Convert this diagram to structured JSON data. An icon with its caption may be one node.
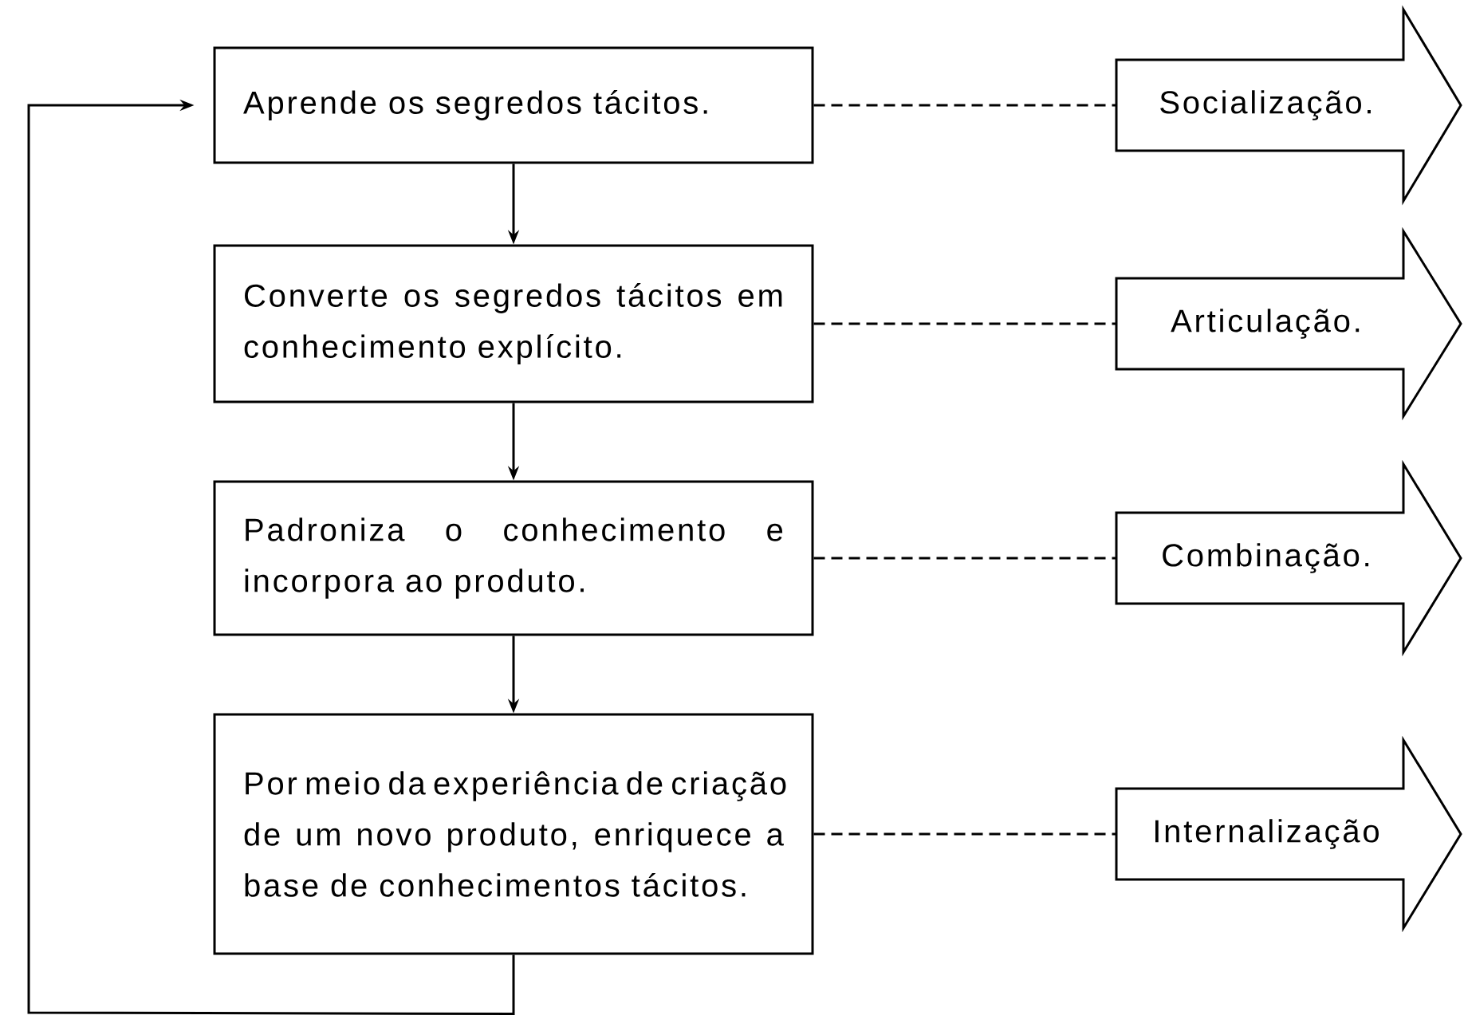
{
  "diagram": {
    "nodes": [
      {
        "text": [
          "Aprende os segredos tácitos."
        ]
      },
      {
        "text": [
          "Converte os segredos tácitos em conhecimento explícito."
        ]
      },
      {
        "text": [
          "Padroniza o conhecimento e incorpora ao produto."
        ]
      },
      {
        "text": [
          "Por meio da experiência de criação de um novo produto, enriquece a base de conhecimentos tácitos."
        ]
      },
      {
        "text": [
          "Socialização."
        ]
      },
      {
        "text": [
          "Articulação."
        ]
      },
      {
        "text": [
          "Combinação."
        ]
      },
      {
        "text": [
          "Internalização"
        ]
      }
    ],
    "edges": [
      {
        "from": 0,
        "to": 1,
        "arrow": "to"
      },
      {
        "from": 1,
        "to": 2,
        "arrow": "to"
      },
      {
        "from": 2,
        "to": 3,
        "arrow": "to"
      },
      {
        "from": 3,
        "to": 0,
        "arrow": "to"
      },
      {
        "from": 0,
        "to": 4,
        "arrow": "none",
        "style": "dashed"
      },
      {
        "from": 1,
        "to": 5,
        "arrow": "none",
        "style": "dashed"
      },
      {
        "from": 2,
        "to": 6,
        "arrow": "none",
        "style": "dashed"
      },
      {
        "from": 3,
        "to": 7,
        "arrow": "none",
        "style": "dashed"
      }
    ]
  }
}
